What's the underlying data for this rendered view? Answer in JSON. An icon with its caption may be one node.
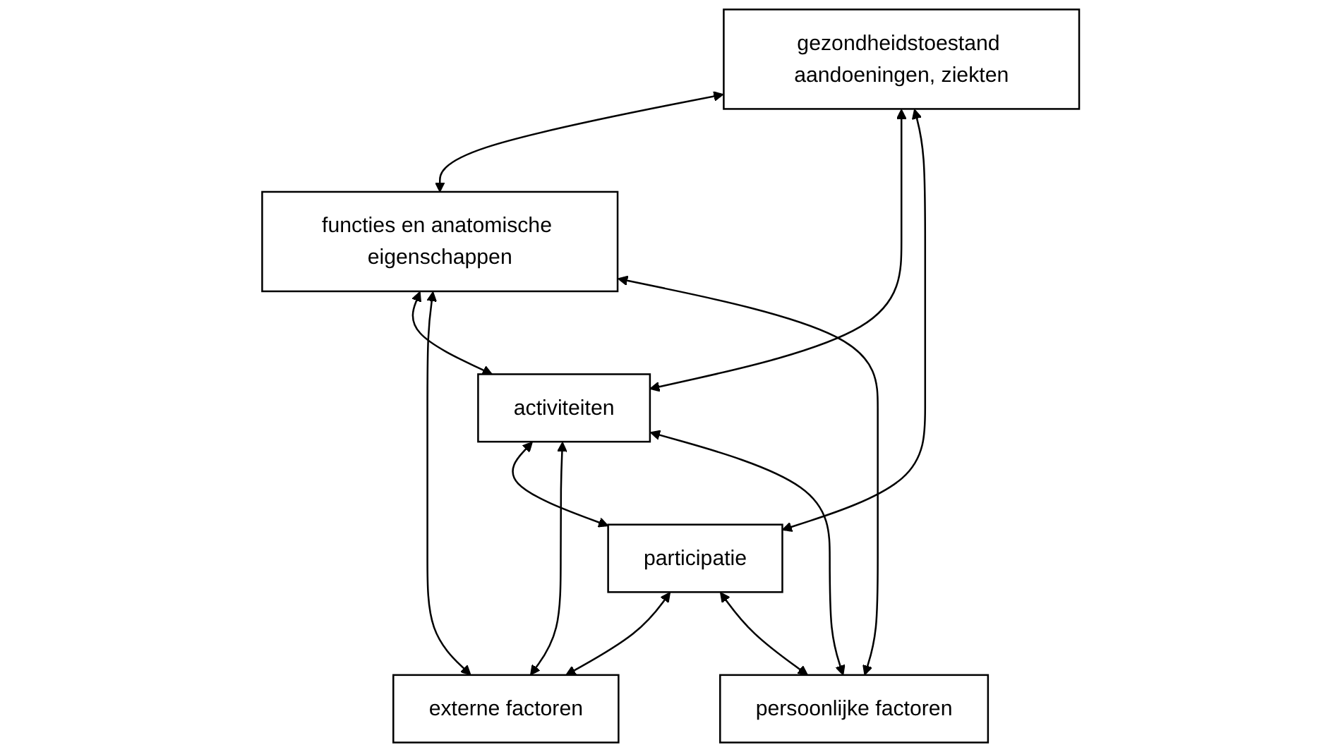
{
  "diagram": {
    "nodes": [
      {
        "text": [
          "gezondheidstoestand aandoeningen, ziekten"
        ]
      },
      {
        "text": [
          "functies en anatomische eigenschappen"
        ]
      },
      {
        "text": [
          "activiteiten"
        ]
      },
      {
        "text": [
          "participatie"
        ]
      },
      {
        "text": [
          "externe factoren"
        ]
      },
      {
        "text": [
          "persoonlijke factoren"
        ]
      }
    ],
    "edges": [
      {
        "from": 0,
        "to": 1,
        "arrow": "both"
      },
      {
        "from": 0,
        "to": 2,
        "arrow": "both"
      },
      {
        "from": 0,
        "to": 3,
        "arrow": "both"
      },
      {
        "from": 1,
        "to": 2,
        "arrow": "both"
      },
      {
        "from": 2,
        "to": 3,
        "arrow": "both"
      },
      {
        "from": 1,
        "to": 4,
        "arrow": "both"
      },
      {
        "from": 2,
        "to": 4,
        "arrow": "both"
      },
      {
        "from": 3,
        "to": 4,
        "arrow": "both"
      },
      {
        "from": 1,
        "to": 5,
        "arrow": "both"
      },
      {
        "from": 2,
        "to": 5,
        "arrow": "both"
      },
      {
        "from": 3,
        "to": 5,
        "arrow": "both"
      }
    ]
  }
}
